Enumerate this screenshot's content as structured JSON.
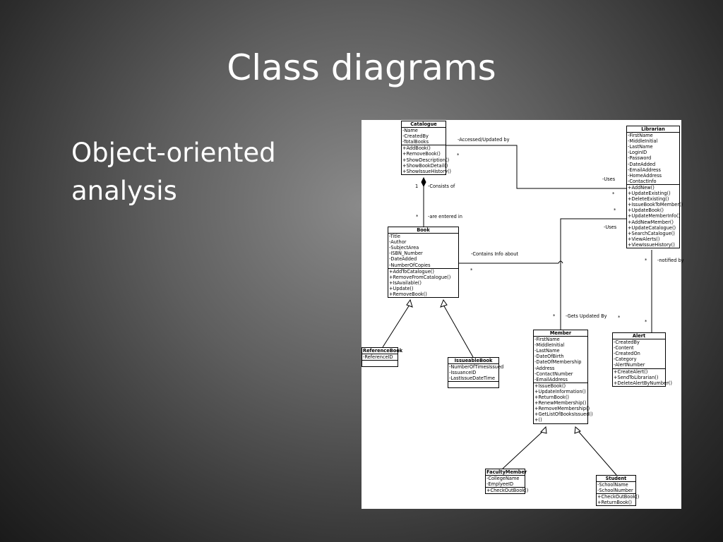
{
  "slide": {
    "title": "Class diagrams",
    "bullet": "Object-oriented analysis"
  },
  "diagram": {
    "classes": {
      "catalogue": {
        "name": "Catalogue",
        "attributes": [
          "-Name",
          "-CreatedBy",
          "-TotalBooks"
        ],
        "methods": [
          "+AddBook()",
          "+RemoveBook()",
          "+ShowDescription()",
          "+ShowBookDetail()",
          "+ShowIssueHistory()"
        ]
      },
      "librarian": {
        "name": "Librarian",
        "attributes": [
          "-FirstName",
          "-MiddleInitial",
          "-LastName",
          "-LoginID",
          "-Password",
          "-DateAdded",
          "-EmailAddress",
          "-HomeAddress",
          "-ContactInfo"
        ],
        "methods": [
          "+AddNew()",
          "+UpdateExisting()",
          "+DeleteExisting()",
          "+IssueBookToMember()",
          "+UpdateBook()",
          "+UpdateMemberInfo()",
          "+AddNewMember()",
          "+UpdateCatalogue()",
          "+SearchCatalogue()",
          "+ViewAlerts()",
          "+ViewIssueHistory()"
        ]
      },
      "book": {
        "name": "Book",
        "attributes": [
          "-Title",
          "-Author",
          "-SubjectArea",
          "-ISBN_Number",
          "-DateAdded",
          "-NumberOfCopies"
        ],
        "methods": [
          "+AddToCatalogue()",
          "+RemoveFromCatalogue()",
          "+IsAvailable()",
          "+Update()",
          "+RemoveBook()"
        ]
      },
      "referencebook": {
        "name": "ReferenceBook",
        "attributes": [
          "-ReferenceID"
        ],
        "methods": []
      },
      "issueablebook": {
        "name": "IssueableBook",
        "attributes": [
          "-NumberOfTimesIssued",
          "-IssuanceID",
          "-LastIssueDateTime"
        ],
        "methods": []
      },
      "member": {
        "name": "Member",
        "attributes": [
          "-FirstName",
          "-MiddleInitial",
          "-LastName",
          "-DateOfBirth",
          "-DateOfMembership",
          "-Address",
          "-ContactNumber",
          "-EmailAddress"
        ],
        "methods": [
          "+IssueBook()",
          "+UpdateInformation()",
          "+ReturnBook()",
          "+RenewMembership()",
          "+RemoveMembership()",
          "+GetListOfBooksIssued()",
          "+()"
        ]
      },
      "alert": {
        "name": "Alert",
        "attributes": [
          "-CreatedBy",
          "-Content",
          "-CreatedOn",
          "-Category",
          "-AlertNumber"
        ],
        "methods": [
          "+CreateAlert()",
          "+SendToLibrarian()",
          "+DeleteAlertByNumber()"
        ]
      },
      "facultymember": {
        "name": "FacultyMember",
        "attributes": [
          "-CollegeName",
          "-EmplyeeID"
        ],
        "methods": [
          "+CheckOutBook()"
        ]
      },
      "student": {
        "name": "Student",
        "attributes": [
          "-SchoolName",
          "-SchoolNumber"
        ],
        "methods": [
          "+CheckOutBook()",
          "+ReturnBook()"
        ]
      }
    },
    "labels": {
      "accessed_updated_by": "-Accessed/Updated by",
      "star_catalogue_librarian": "*",
      "uses_1": "-Uses",
      "star_uses_1": "*",
      "consists_of": "-Consists of",
      "one_catalogue_book": "1",
      "are_entered_in": "-are entered in",
      "star_book_catalogue": "*",
      "uses_2": "-Uses",
      "star_uses_2": "*",
      "contains_info_about": "-Contains Info about",
      "star_contains": "*",
      "notified_by": "-notified by",
      "star_notified_top": "*",
      "star_notified_bottom": "*",
      "gets_updated_by": "-Gets Updated By",
      "star_gets_left": "*",
      "star_gets_right": "*"
    }
  }
}
